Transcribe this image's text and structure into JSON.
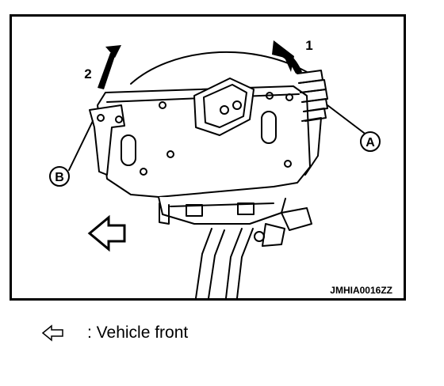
{
  "figure": {
    "image_code": "JMHIA0016ZZ",
    "callouts": {
      "rotation_1": "1",
      "rotation_2": "2",
      "part_a": "A",
      "part_b": "B"
    }
  },
  "legend": {
    "icon": "arrow-left-outline-icon",
    "text": ": Vehicle front"
  },
  "colors": {
    "line": "#000000",
    "background": "#ffffff"
  }
}
